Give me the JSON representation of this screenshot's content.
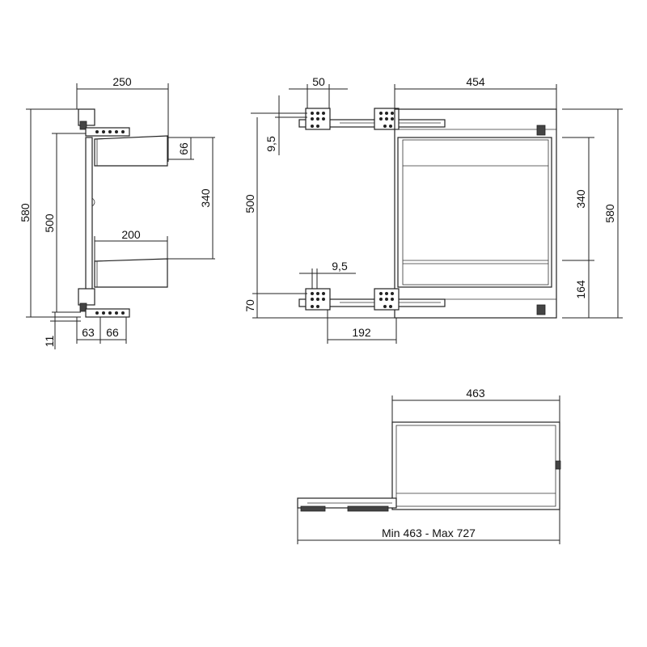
{
  "views": {
    "side": {
      "width_label": "250",
      "total_height_label": "580",
      "inner_height_label": "500",
      "bin_height_label": "66",
      "bin_spacing_label": "340",
      "bin_width_label": "200",
      "bottom_offset_label": "11",
      "base_left_label": "63",
      "base_right_label": "66"
    },
    "front": {
      "bracket_width_label": "50",
      "frame_width_label": "454",
      "top_offset_label": "9,5",
      "height_label": "500",
      "lower_offset_label": "9,5",
      "bottom_label": "70",
      "rail_label": "192",
      "inner_label": "340",
      "lower_label": "164",
      "total_label": "580"
    },
    "plan": {
      "width_label": "463",
      "extension_label": "Min 463 - Max 727"
    }
  }
}
